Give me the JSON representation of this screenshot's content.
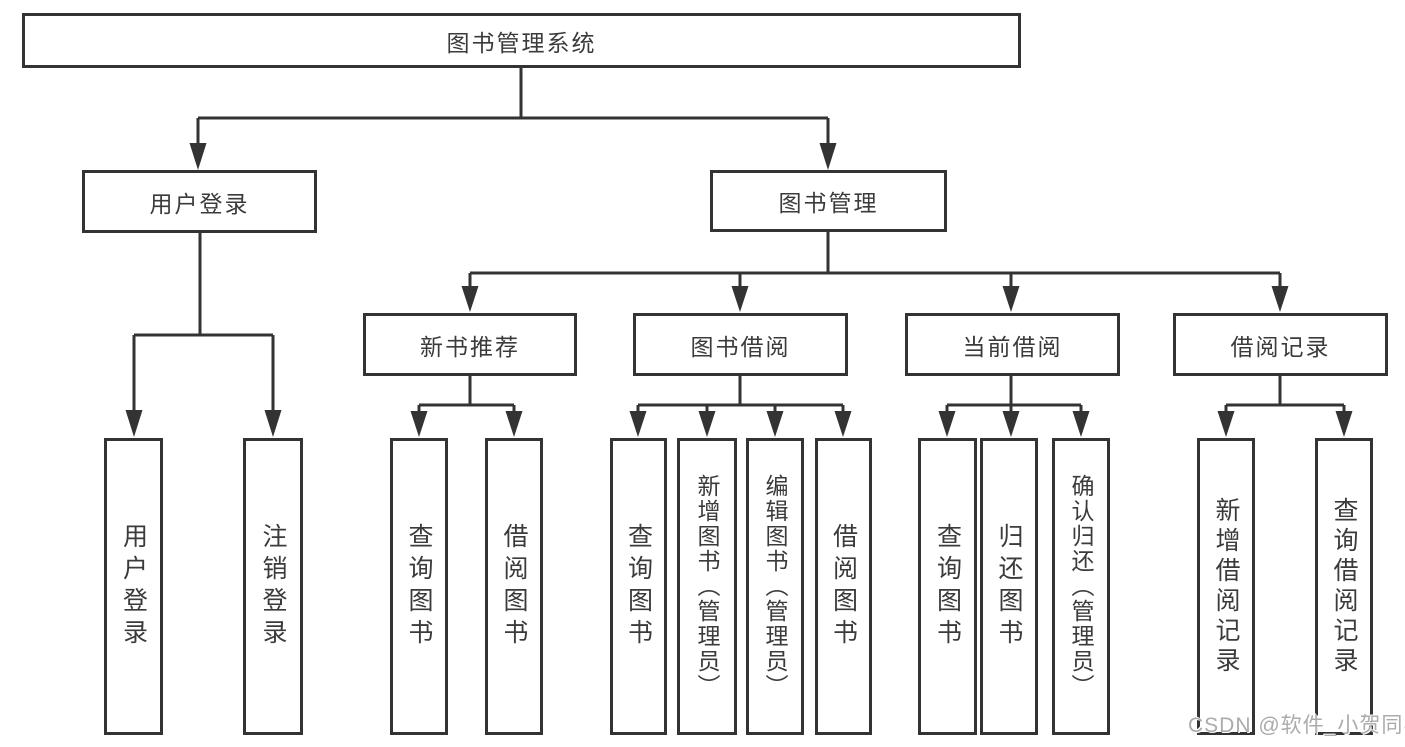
{
  "nodes": {
    "root": {
      "label": "图书管理系统"
    },
    "level2": [
      {
        "label": "用户登录"
      },
      {
        "label": "图书管理"
      }
    ],
    "level3": [
      {
        "label": "新书推荐"
      },
      {
        "label": "图书借阅"
      },
      {
        "label": "当前借阅"
      },
      {
        "label": "借阅记录"
      }
    ],
    "leaves": {
      "user_login": [
        {
          "label": "用户登录"
        },
        {
          "label": "注销登录"
        }
      ],
      "new_books": [
        {
          "label": "查询图书"
        },
        {
          "label": "借阅图书"
        }
      ],
      "borrowing": [
        {
          "label": "查询图书"
        },
        {
          "label": "新增图书（管理员）"
        },
        {
          "label": "编辑图书（管理员）"
        },
        {
          "label": "借阅图书"
        }
      ],
      "current": [
        {
          "label": "查询图书"
        },
        {
          "label": "归还图书"
        },
        {
          "label": "确认归还（管理员）"
        }
      ],
      "records": [
        {
          "label": "新增借阅记录"
        },
        {
          "label": "查询借阅记录"
        }
      ]
    }
  },
  "watermark": {
    "text": "CSDN @软件_小贺同学"
  },
  "colors": {
    "line": "#333333",
    "text": "#3b3b3b",
    "background": "#ffffff",
    "watermark": "#ababab"
  }
}
